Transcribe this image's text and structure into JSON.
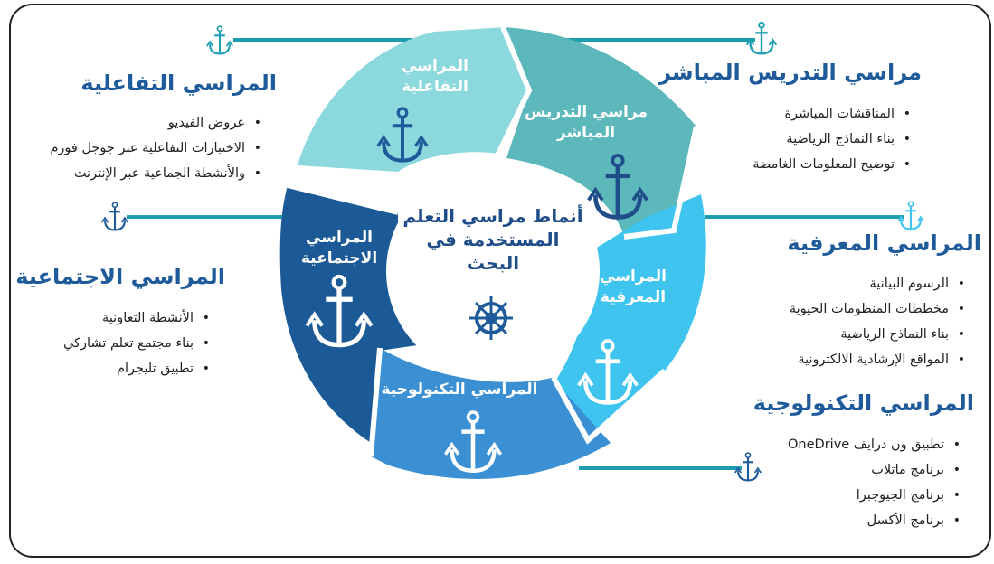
{
  "center": {
    "line1": "أنماط مراسي التعلم",
    "line2": "المستخدمة في",
    "line3": "البحث",
    "wheel_icon": "ship-wheel-icon"
  },
  "segments": {
    "interactive": {
      "line1": "المراسي",
      "line2": "التفاعلية",
      "color": "#8bd8dd"
    },
    "direct": {
      "line1": "مراسي التدريس",
      "line2": "المباشر",
      "color": "#5cb8bb"
    },
    "cognitive": {
      "line1": "المراسي",
      "line2": "المعرفية",
      "color": "#3ec4ef"
    },
    "technological": {
      "line1": "المراسي التكنولوجية",
      "color": "#3b8fd3"
    },
    "social": {
      "line1": "المراسي",
      "line2": "الاجتماعية",
      "color": "#1c5a97"
    }
  },
  "sections": {
    "interactive": {
      "title": "المراسي التفاعلية",
      "items": [
        "عروض الفيديو",
        "الاختبارات التفاعلية عبر جوجل فورم",
        "والأنشطة الجماعية عبر الإنترنت"
      ]
    },
    "direct": {
      "title": "مراسي التدريس المباشر",
      "items": [
        "المناقشات المباشرة",
        "بناء النماذج الرياضية",
        "توضيح المعلومات الغامضة"
      ]
    },
    "cognitive": {
      "title": "المراسي المعرفية",
      "items": [
        "الرسوم البيانية",
        "مخططات المنظومات الحيوية",
        "بناء النماذج الرياضية",
        "المواقع الإرشادية الالكترونية"
      ]
    },
    "social": {
      "title": "المراسي الاجتماعية",
      "items": [
        "الأنشطة التعاونية",
        "بناء مجتمع تعلم تشاركي",
        "تطبيق تليجرام"
      ]
    },
    "technological": {
      "title": "المراسي التكنولوجية",
      "items": [
        "تطبيق ون درايف OneDrive",
        "برنامج ماتلاب",
        "برنامج الجيوجبرا",
        "برنامج الأكسل"
      ]
    }
  },
  "icons": {
    "anchor": "anchor-icon"
  }
}
